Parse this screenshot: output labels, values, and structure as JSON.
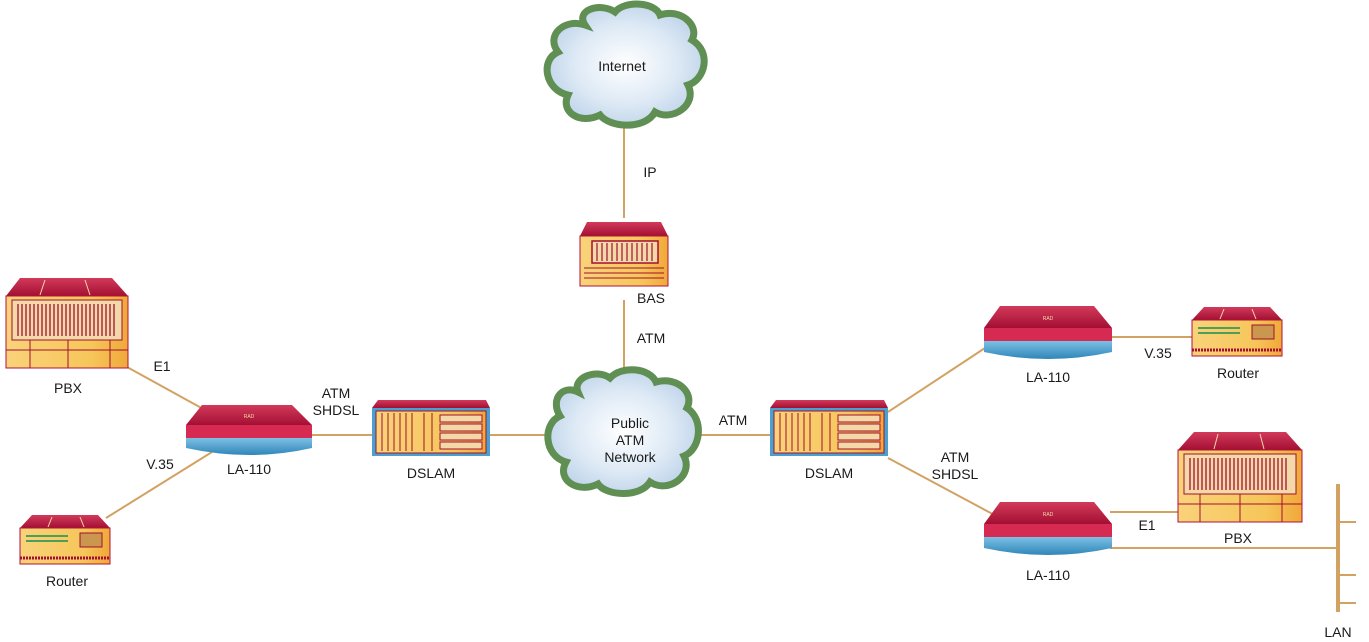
{
  "clouds": {
    "internet": "Internet",
    "public_atm": [
      "Public",
      "ATM",
      "Network"
    ]
  },
  "devices": {
    "bas": "BAS",
    "pbx_left": "PBX",
    "router_left": "Router",
    "la110_left": "LA-110",
    "dslam_left": "DSLAM",
    "dslam_right": "DSLAM",
    "la110_right_top": "LA-110",
    "router_right": "Router",
    "la110_right_bottom": "LA-110",
    "pbx_right": "PBX",
    "lan": "LAN",
    "modem_brand": "RAD"
  },
  "links": {
    "ip": "IP",
    "atm_bas": "ATM",
    "e1_left": "E1",
    "v35_left": "V.35",
    "atm_shdsl_left": [
      "ATM",
      "SHDSL"
    ],
    "atm_right": "ATM",
    "v35_right": "V.35",
    "atm_shdsl_right": [
      "ATM",
      "SHDSL"
    ],
    "e1_right": "E1"
  },
  "colors": {
    "link": "#d2a262",
    "device_body": "#f6c75a",
    "device_roof": "#b0123a",
    "modem_base": "#4aa0cf",
    "cloud_border": "#5f8f52",
    "cloud_fill": "#c8dcef"
  }
}
